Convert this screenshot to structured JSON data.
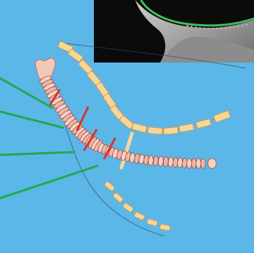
{
  "colors": {
    "background": "#5bb7e8",
    "xray_dark": "#0a0a0a",
    "xray_light": "#d8d8d8",
    "contour_green": "#3fc05a",
    "contour_pink": "#e0a8c8",
    "vertebra_fill": "#f6d79a",
    "vertebra_stroke": "#d49a4e",
    "muscle_light": "#f4d2c4",
    "muscle_dark": "#a8463e",
    "cut_red": "#d8322a",
    "pointer_green": "#22a84c",
    "outline": "#3c4650"
  },
  "diagram": {
    "inset": "x-ray-image",
    "callout_lines": 4,
    "cut_markers": 4,
    "upper_vertebrae": 14,
    "lower_vertebrae": 6
  }
}
